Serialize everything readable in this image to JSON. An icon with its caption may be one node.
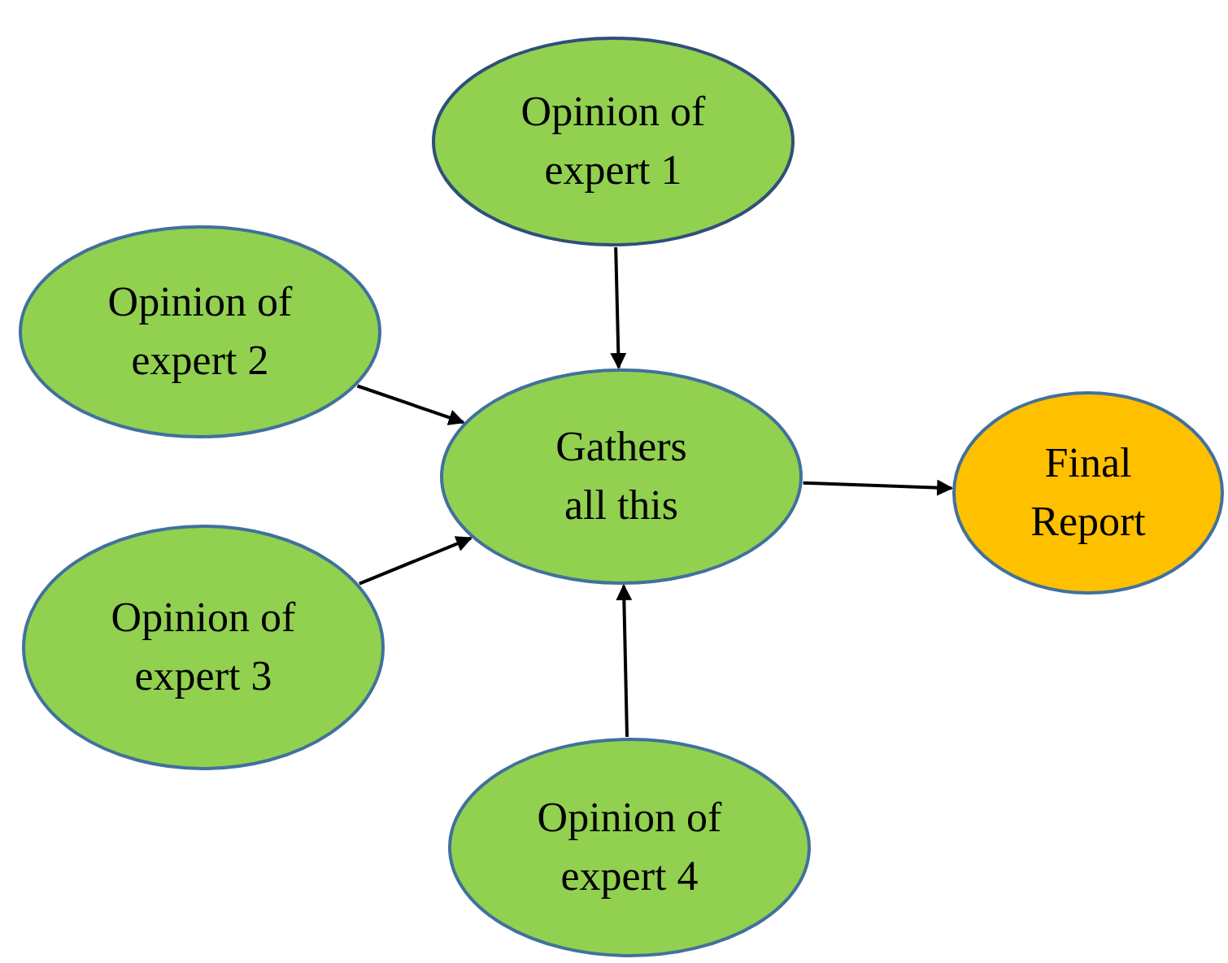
{
  "diagram": {
    "nodes": [
      {
        "text": [
          "Opinion of expert 1"
        ]
      },
      {
        "text": [
          "Opinion of expert 2"
        ]
      },
      {
        "text": [
          "Gathers all this"
        ]
      },
      {
        "text": [
          "Opinion of expert 3"
        ]
      },
      {
        "text": [
          "Opinion of expert 4"
        ]
      },
      {
        "text": [
          "Final Report"
        ]
      }
    ],
    "edges": [
      {
        "from": 0,
        "to": 2,
        "arrow": "to"
      },
      {
        "from": 1,
        "to": 2,
        "arrow": "to"
      },
      {
        "from": 3,
        "to": 2,
        "arrow": "to"
      },
      {
        "from": 4,
        "to": 2,
        "arrow": "to"
      },
      {
        "from": 2,
        "to": 5,
        "arrow": "to"
      }
    ]
  }
}
